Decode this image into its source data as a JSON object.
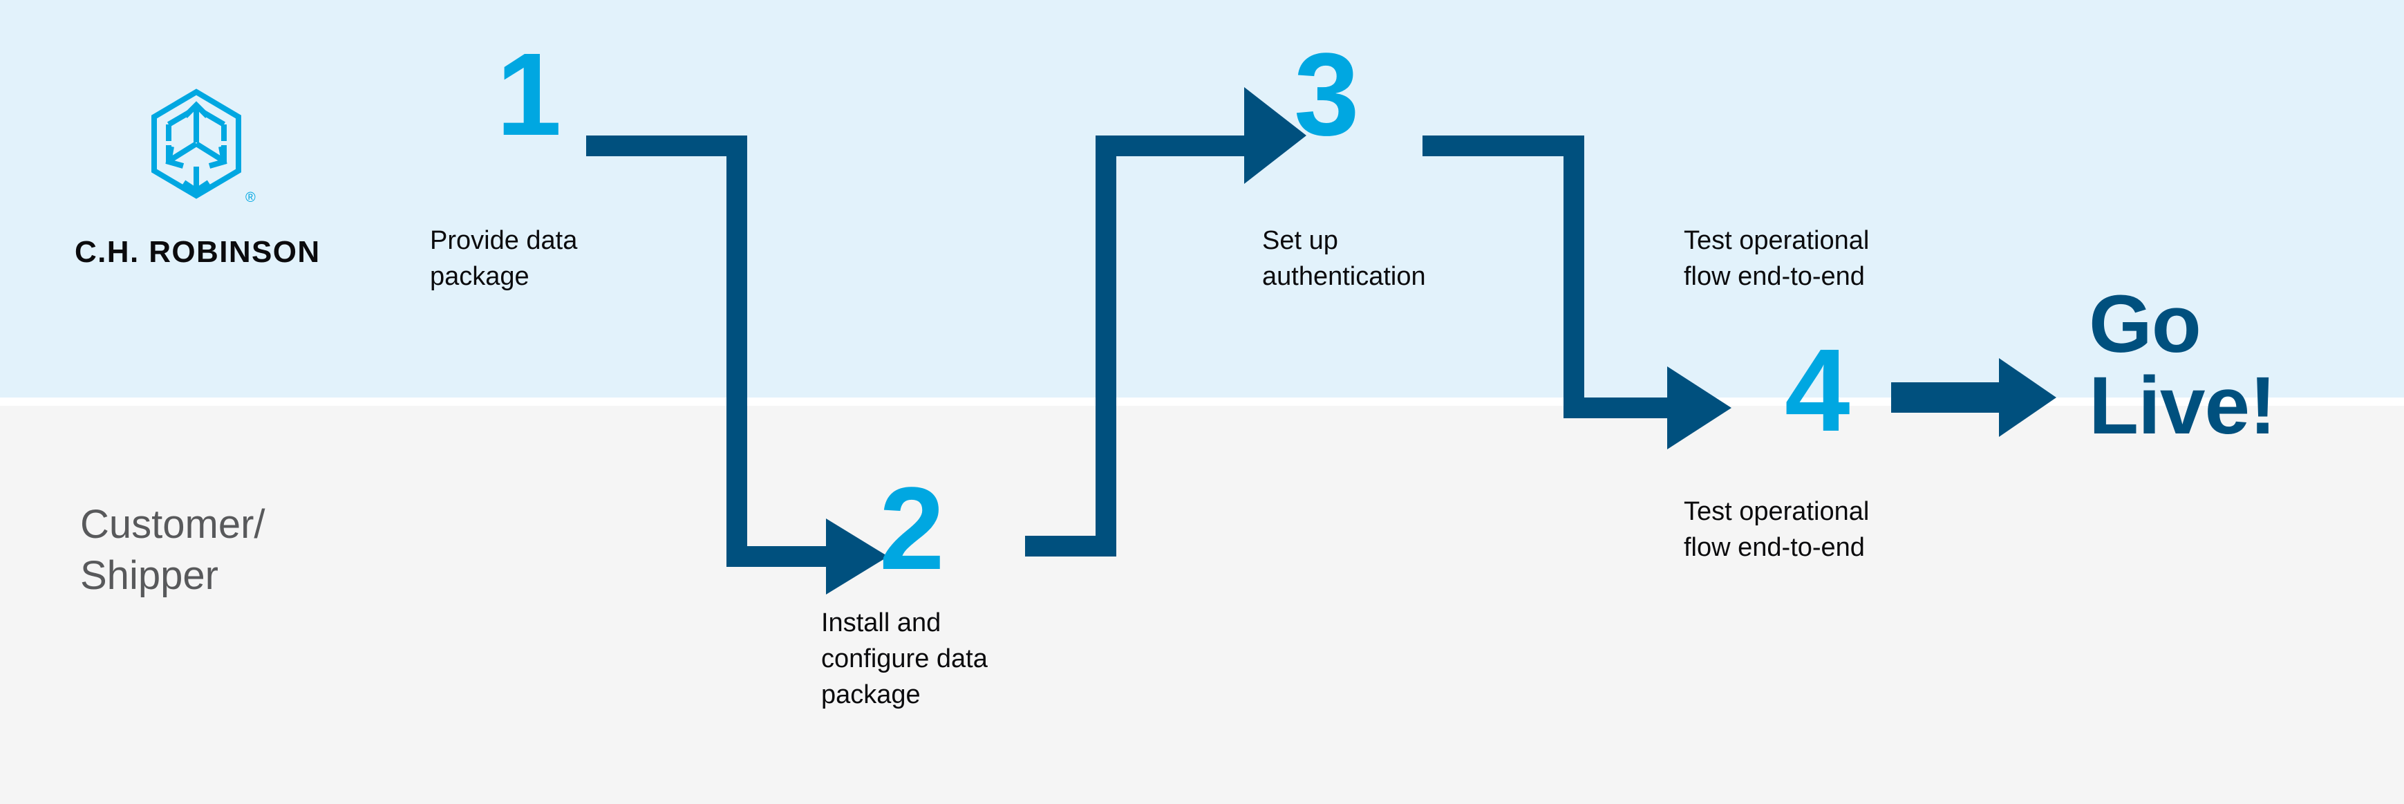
{
  "brand": {
    "name": "C.H. ROBINSON",
    "logo_icon": "cube-arrows-hexagon-logo",
    "registered_mark": "®",
    "colors": {
      "cyan": "#00a7e1",
      "navy": "#00507e",
      "band_top": "#e2f2fb",
      "band_bottom": "#f5f5f5",
      "caption_text": "#0b0b0d",
      "lane_text": "#58595b"
    }
  },
  "lane": {
    "label": "Customer/\nShipper"
  },
  "steps": [
    {
      "number": "1",
      "caption": "Provide data\npackage",
      "lane": "top"
    },
    {
      "number": "2",
      "caption": "Install and\nconfigure data\npackage",
      "lane": "bottom"
    },
    {
      "number": "3",
      "caption": "Set up\nauthentication",
      "lane": "top"
    },
    {
      "number": "4",
      "caption": "Test operational\nflow end-to-end",
      "lane": "bottom"
    }
  ],
  "extra_caption": {
    "text": "Test operational\nflow end-to-end"
  },
  "outcome": {
    "label": "Go\nLive!"
  },
  "connectors": [
    {
      "id": "c1",
      "from": "1",
      "to": "2",
      "shape": "right-down-right-arrow"
    },
    {
      "id": "c2",
      "from": "2",
      "to": "3",
      "shape": "right-up-right-arrow"
    },
    {
      "id": "c3",
      "from": "3",
      "to": "4",
      "shape": "right-down-right-arrow"
    },
    {
      "id": "c4",
      "from": "4",
      "to": "go-live",
      "shape": "right-arrow"
    }
  ]
}
